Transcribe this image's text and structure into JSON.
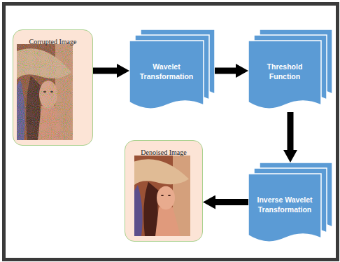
{
  "diagram": {
    "nodes": [
      {
        "text": [
          "Corrupted Image"
        ]
      },
      {
        "text": [
          "Wavelet Transformation"
        ]
      },
      {
        "text": [
          "Threshold Function"
        ]
      },
      {
        "text": [
          "Inverse Wavelet Transformation"
        ]
      },
      {
        "text": [
          "Denoised Image"
        ]
      }
    ],
    "edges": [
      {
        "from": 0,
        "to": 1,
        "arrow": "to"
      },
      {
        "from": 1,
        "to": 2,
        "arrow": "to"
      },
      {
        "from": 2,
        "to": 3,
        "arrow": "to"
      },
      {
        "from": 3,
        "to": 4,
        "arrow": "to"
      }
    ]
  }
}
